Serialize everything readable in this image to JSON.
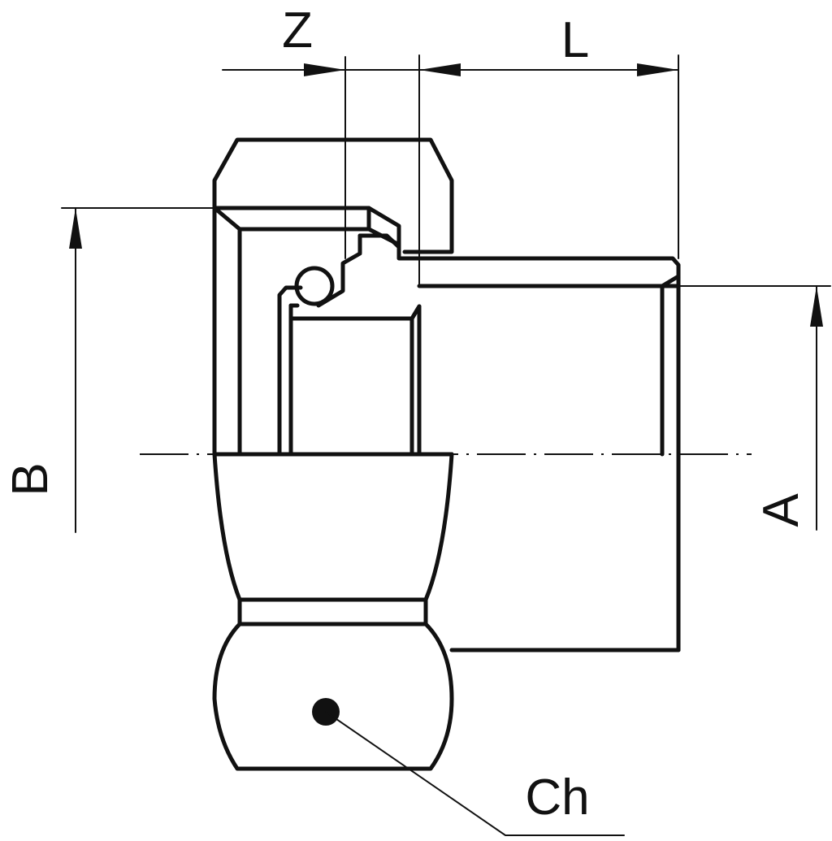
{
  "drawing": {
    "dimension_labels": {
      "z": "Z",
      "l": "L",
      "b": "B",
      "a": "A",
      "ch": "Ch"
    }
  }
}
